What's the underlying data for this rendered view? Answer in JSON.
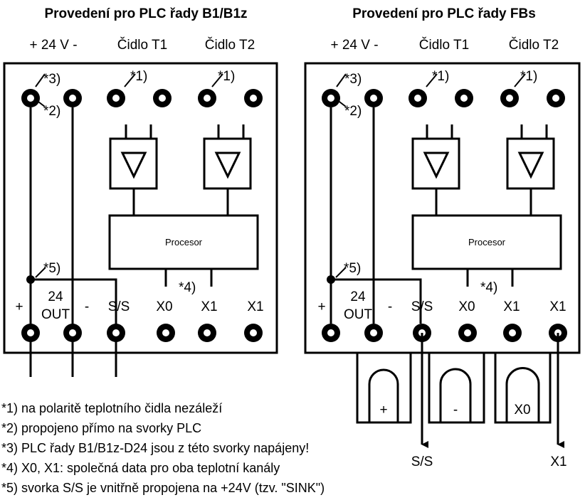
{
  "left": {
    "title": "Provedení pro PLC řady B1/B1z",
    "top_labels": {
      "power": "+  24 V  -",
      "t1": "Čidlo T1",
      "t2": "Čidlo T2"
    },
    "markers": {
      "m3": "*3)",
      "m2": "*2)",
      "m1a": "*1)",
      "m1b": "*1)",
      "m5": "*5)",
      "m4": "*4)"
    },
    "processor": "Procesor",
    "bottom_labels": {
      "plus": "+",
      "out_24": "24",
      "out_out": "OUT",
      "minus": "-",
      "ss": "S/S",
      "x0": "X0",
      "x1a": "X1",
      "x1b": "X1"
    }
  },
  "right": {
    "title": "Provedení pro PLC řady FBs",
    "top_labels": {
      "power": "+  24 V  -",
      "t1": "Čidlo T1",
      "t2": "Čidlo T2"
    },
    "markers": {
      "m3": "*3)",
      "m2": "*2)",
      "m1a": "*1)",
      "m1b": "*1)",
      "m5": "*5)",
      "m4": "*4)"
    },
    "processor": "Procesor",
    "bottom_labels": {
      "plus": "+",
      "out_24": "24",
      "out_out": "OUT",
      "minus": "-",
      "ss": "S/S",
      "x0": "X0",
      "x1a": "X1",
      "x1b": "X1"
    },
    "jumper_labels": {
      "plus": "+",
      "minus": "-",
      "x0": "X0"
    },
    "outputs": {
      "ss": "S/S",
      "x1": "X1"
    }
  },
  "notes": [
    "*1) na polaritě teplotního čidla nezáleží",
    "*2) propojeno přímo na svorky PLC",
    "*3) PLC řady B1/B1z-D24 jsou z této svorky napájeny!",
    "*4) X0, X1: společná data pro oba teplotní kanály",
    "*5) svorka S/S je vnitřně propojena na +24V (tzv. \"SINK\")"
  ]
}
